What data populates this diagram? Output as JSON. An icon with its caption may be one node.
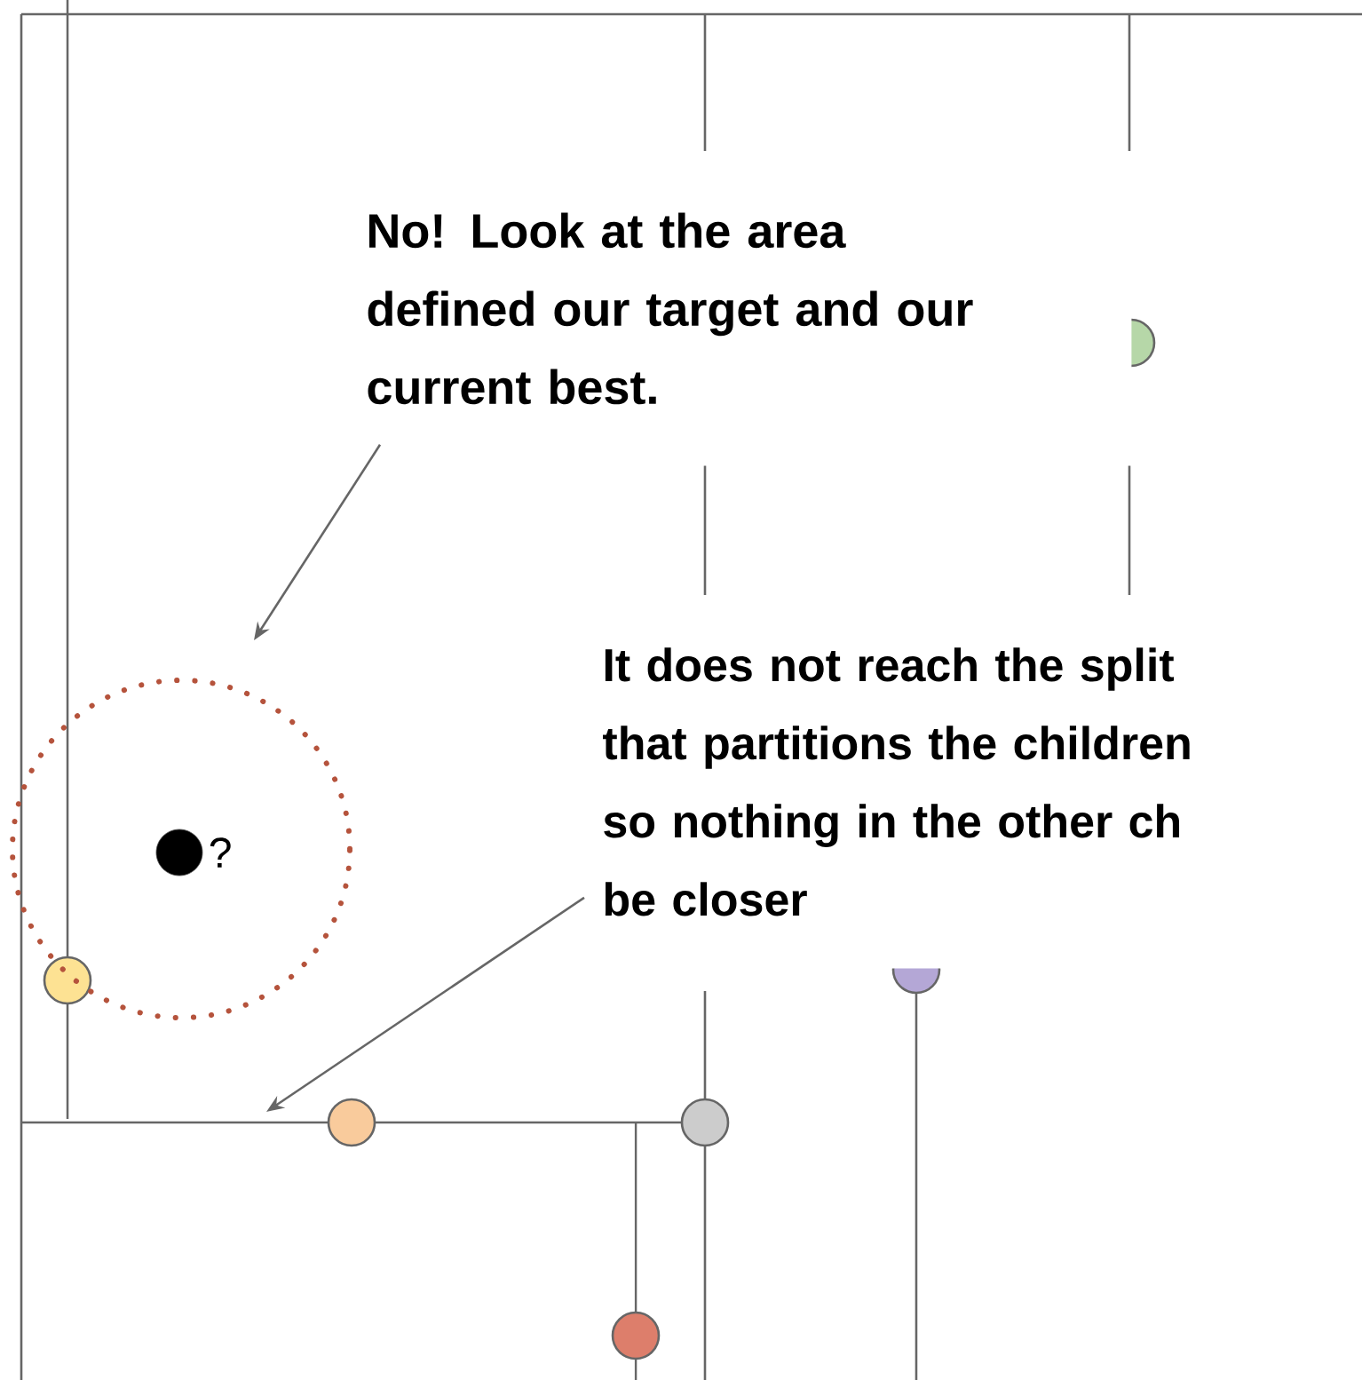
{
  "diagram": {
    "nodes": [
      {
        "text": [
          "No! Look at the area defined our target and our current best."
        ]
      },
      {
        "text": [
          "It does not reach the split that partitions the children so nothing in the other ch be closer"
        ]
      },
      {
        "text": [],
        "shape": "circle"
      },
      {
        "text": [],
        "shape": "circle",
        "beside": [
          "?"
        ],
        "in": 2
      }
    ],
    "edges": [
      {
        "from": 0,
        "to": 2,
        "arrow": "to"
      },
      {
        "from": 1,
        "to": null,
        "arrow": "to"
      }
    ]
  }
}
